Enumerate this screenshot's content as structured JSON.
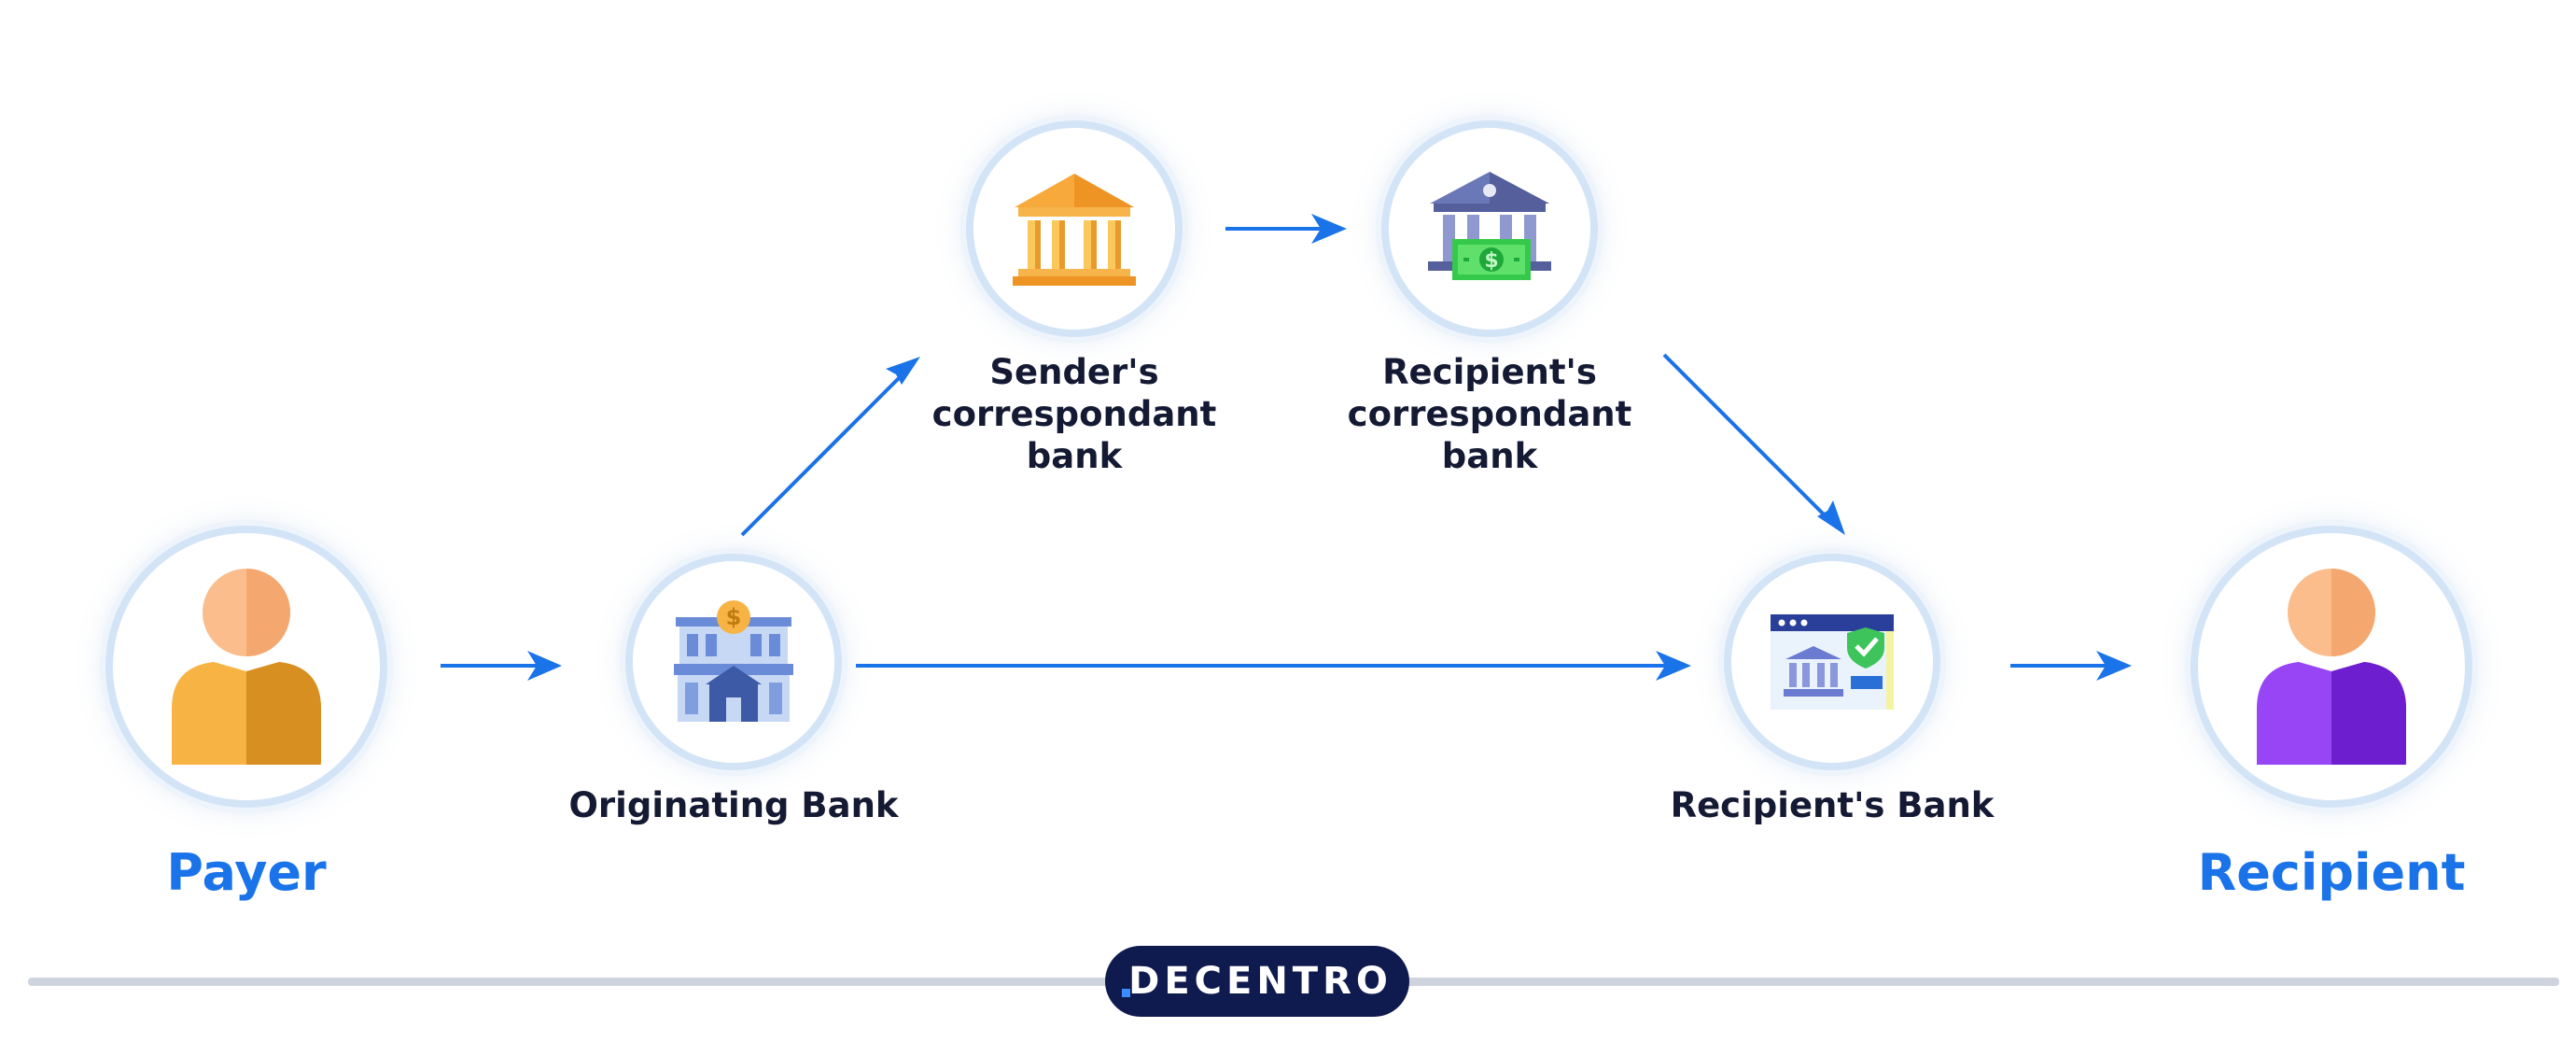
{
  "diagram": {
    "nodes": {
      "payer": {
        "label": "Payer",
        "icon": "person-icon"
      },
      "originating_bank": {
        "label": "Originating Bank",
        "icon": "bank-building-icon"
      },
      "senders_correspondant_bank": {
        "label_lines": [
          "Sender's",
          "correspondant",
          "bank"
        ],
        "icon": "bank-pillars-icon"
      },
      "recipients_correspondant_bank": {
        "label_lines": [
          "Recipient's",
          "correspondant",
          "bank"
        ],
        "icon": "bank-money-icon"
      },
      "recipients_bank": {
        "label": "Recipient's Bank",
        "icon": "online-bank-icon"
      },
      "recipient": {
        "label": "Recipient",
        "icon": "person-icon"
      }
    },
    "edges": [
      [
        "Payer",
        "Originating Bank"
      ],
      [
        "Originating Bank",
        "Sender's correspondant bank"
      ],
      [
        "Sender's correspondant bank",
        "Recipient's correspondant bank"
      ],
      [
        "Recipient's correspondant bank",
        "Recipient's Bank"
      ],
      [
        "Originating Bank",
        "Recipient's Bank"
      ],
      [
        "Recipient's Bank",
        "Recipient"
      ]
    ],
    "colors": {
      "arrow": "#1a73e8",
      "label": "#141a33",
      "endpoint_label": "#1a73e8",
      "node_ring": "#d3e4f7",
      "payer_body": "#f5b041",
      "recipient_body": "#8e3ff0"
    }
  },
  "footer": {
    "brand": "DECENTRO"
  }
}
